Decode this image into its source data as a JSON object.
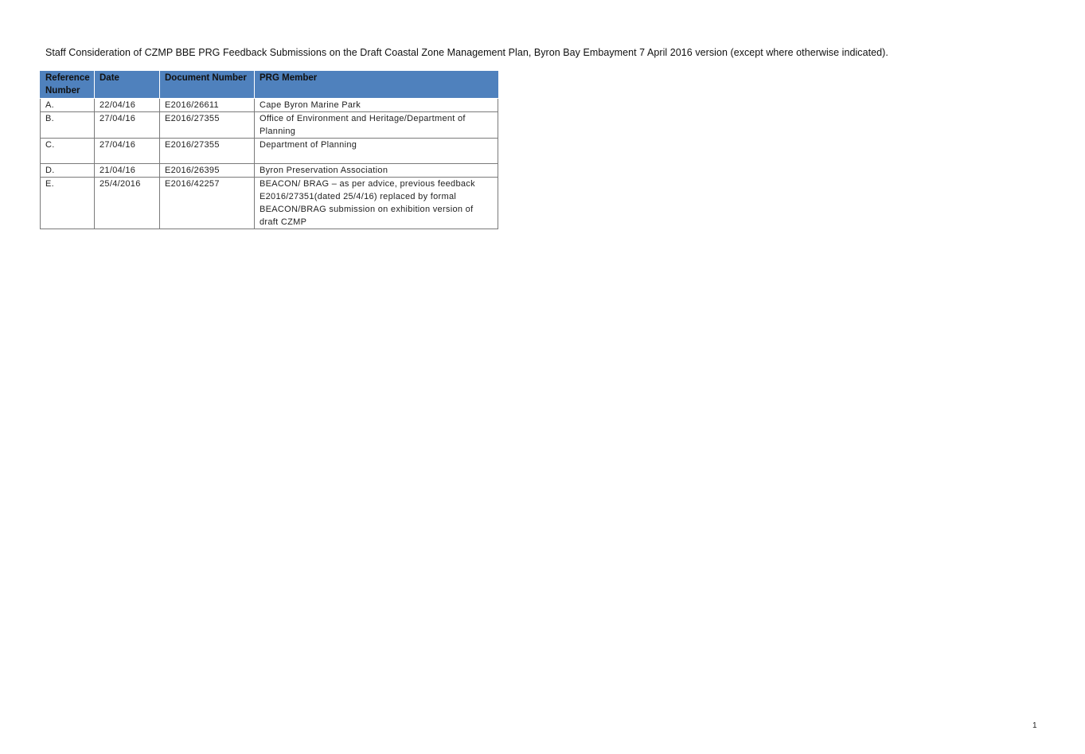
{
  "document": {
    "title": "Staff Consideration of CZMP BBE PRG Feedback Submissions on the Draft Coastal Zone Management Plan, Byron Bay Embayment 7 April 2016 version (except where otherwise indicated).",
    "page_number": "1"
  },
  "table": {
    "header_color": "#4f81bd",
    "columns": {
      "reference_number": "Reference Number",
      "date": "Date",
      "document_number": "Document Number",
      "prg_member": "PRG Member"
    },
    "rows": [
      {
        "reference": "A.",
        "date": "22/04/16",
        "document_number": "E2016/26611",
        "prg_member": "Cape Byron Marine Park"
      },
      {
        "reference": "B.",
        "date": "27/04/16",
        "document_number": "E2016/27355",
        "prg_member": "Office of Environment and Heritage/Department of Planning"
      },
      {
        "reference": "C.",
        "date": "27/04/16",
        "document_number": "E2016/27355",
        "prg_member": "Department of Planning"
      },
      {
        "reference": "D.",
        "date": "21/04/16",
        "document_number": "E2016/26395",
        "prg_member": "Byron Preservation Association"
      },
      {
        "reference": "E.",
        "date": "25/4/2016",
        "document_number": "E2016/42257",
        "prg_member": "BEACON/ BRAG – as per advice, previous feedback E2016/27351(dated 25/4/16) replaced by formal BEACON/BRAG submission on exhibition version of draft CZMP"
      }
    ]
  }
}
